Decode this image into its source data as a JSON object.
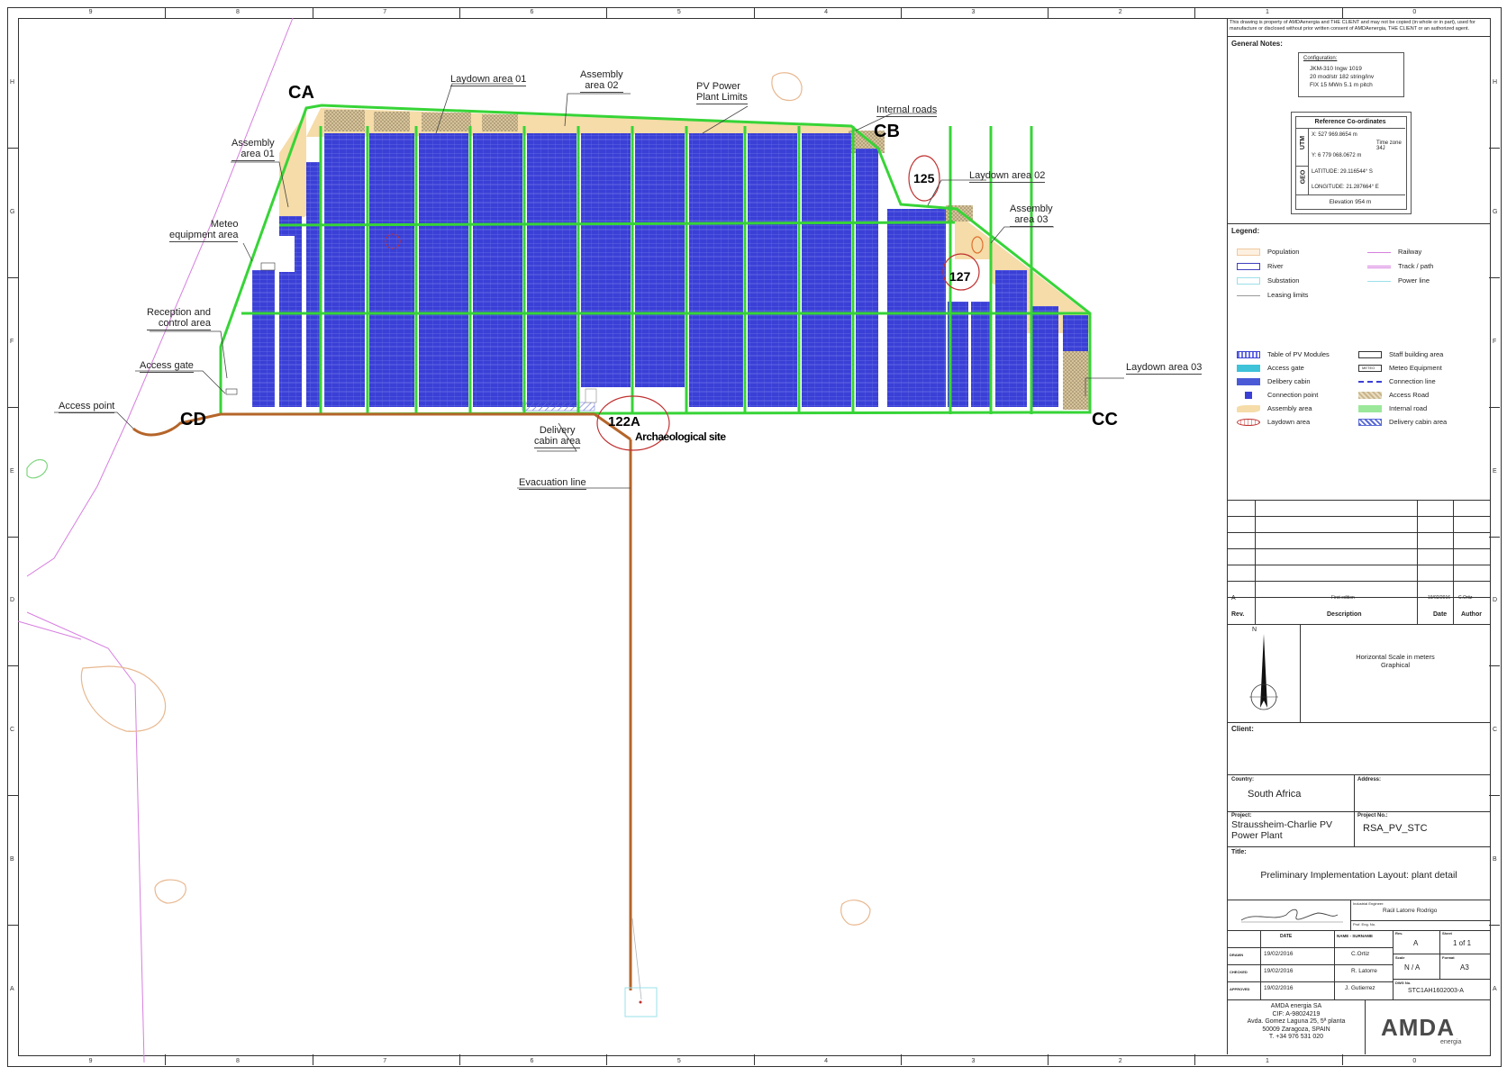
{
  "grid": {
    "columns": [
      "9",
      "8",
      "7",
      "6",
      "5",
      "4",
      "3",
      "2",
      "1",
      "0"
    ],
    "rows": [
      "H",
      "G",
      "F",
      "E",
      "D",
      "C",
      "B",
      "A"
    ]
  },
  "corners": {
    "ca": "CA",
    "cb": "CB",
    "cc": "CC",
    "cd": "CD"
  },
  "sites": {
    "s125": "125",
    "s127": "127",
    "s122a": "122A",
    "arch": "Archaeological site"
  },
  "labels": {
    "laydown1": "Laydown area 01",
    "assembly2": "Assembly\narea 02",
    "pv_limits": "PV Power\nPlant Limits",
    "internal_roads": "Internal roads",
    "assembly1": "Assembly\narea 01",
    "laydown2": "Laydown area 02",
    "assembly3": "Assembly\narea 03",
    "meteo": "Meteo\nequipment area",
    "reception": "Reception and\ncontrol area",
    "access_gate": "Access gate",
    "access_point": "Access point",
    "laydown3": "Laydown area 03",
    "delivery_cabin": "Delivery\ncabin area",
    "evacuation": "Evacuation line"
  },
  "titleblock": {
    "disclaimer": "This drawing is property of AMDAenergia and THE CLIENT and may not be copied (in whole or in part), used for manufacture or disclosed without prior written consent of AMDAenergia, THE CLIENT or an authorized agent.",
    "general_notes": "General Notes:",
    "config_title": "Configuration:",
    "config_lines": [
      "JKM-310  Ingw 1019",
      "20 mod/str  182 string/inv",
      "FIX  15 MWn   5.1 m pitch"
    ],
    "ref_title": "Reference Co-ordinates",
    "utm": "UTM",
    "geo": "GEO",
    "utm_x": "X: 527 969.8654 m",
    "utm_y": "Y: 6 779 068.0672 m",
    "time_zone": "Time zone\n34J",
    "lat": "LATITUDE: 29.116544° S",
    "lon": "LONGITUDE: 21.287664° E",
    "elevation": "Elevation 954 m",
    "legend": "Legend:",
    "legend_a": [
      "Population",
      "River",
      "Substation",
      "Leasing limits"
    ],
    "legend_b": [
      "Railway",
      "Track / path",
      "Power line"
    ],
    "legend_c": [
      "Table of PV Modules",
      "Access gate",
      "Delibery cabin",
      "Connection point",
      "Assembly area",
      "Laydown area"
    ],
    "legend_d": [
      "Staff building area",
      "Meteo Equipment",
      "Connection line",
      "Access Road",
      "Internal road",
      "Delivery cabin area"
    ],
    "meteo_box": "METEO",
    "rev_a": "A",
    "rev_desc": "First edition",
    "rev_date": "19/02/2016",
    "rev_author": "C.Ortiz",
    "rev_h": "Rev.",
    "desc_h": "Description",
    "date_h": "Date",
    "author_h": "Author",
    "north": "N",
    "scale": "Horizontal Scale in meters\nGraphical",
    "client": "Client:",
    "country_h": "Country:",
    "country": "South Africa",
    "address_h": "Address:",
    "project_h": "Project:",
    "project": "Straussheim-Charlie PV\nPower Plant",
    "projno_h": "Project No.:",
    "projno": "RSA_PV_STC",
    "title_h": "Title:",
    "title": "Preliminary Implementation Layout: plant detail",
    "engineer_h": "Industrial Engineer:",
    "engineer": "Raúl Latorre Rodrigo",
    "profno_h": "Prof. Eng. No.",
    "date_col": "DATE",
    "name_col": "NAME - SURNAME",
    "drawn": "DRAWN",
    "checked": "CHECKED",
    "approved": "APPROVED",
    "d1": "19/02/2016",
    "n1": "C.Ortiz",
    "d2": "19/02/2016",
    "n2": "R. Latorre",
    "d3": "19/02/2016",
    "n3": "J. Gutierrez",
    "rev_h2": "Rev.",
    "rev_v": "A",
    "sheet_h": "Sheet",
    "sheet_v": "1 of 1",
    "scale_h": "Scale",
    "scale_v": "N / A",
    "format_h": "Format",
    "format_v": "A3",
    "dwg_h": "DWG No.",
    "dwg_v": "STC1AH1602003-A",
    "company": "AMDA energia SA\nCIF: A-98024219\nAvda. Gomez Laguna 25, 5ª planta\n50009 Zaragoza, SPAIN\nT. +34 976 531 020",
    "logo": "AMDA",
    "logo_sub": "energia"
  },
  "colors": {
    "pv": "#3a3fd6",
    "road": "#37d437",
    "assembly": "#f5dca8",
    "laydown": "#c9b48a",
    "access": "#b5652a",
    "leasing": "#9aa0a6",
    "rail": "#d77ee0",
    "population": "#f0c8a0"
  }
}
